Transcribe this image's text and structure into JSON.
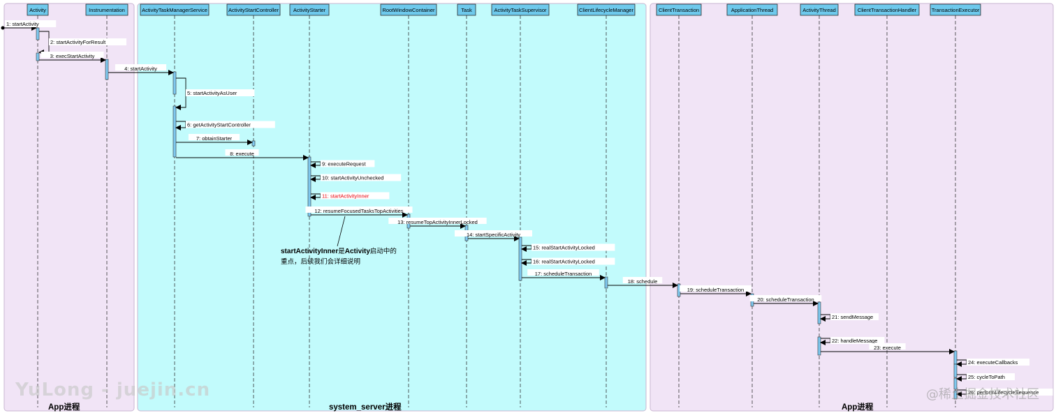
{
  "zones": [
    {
      "id": "app-left",
      "label": "App进程",
      "color": "#f1e4f6"
    },
    {
      "id": "system-server",
      "label": "system_server进程",
      "color": "#c2fbfc"
    },
    {
      "id": "app-right",
      "label": "App进程",
      "color": "#f1e4f6"
    }
  ],
  "participants": [
    "Activity",
    "Instrumentation",
    "ActivityTaskManagerService",
    "ActivityStartController",
    "ActivityStarter",
    "RootWindowContainer",
    "Task",
    "ActivityTaskSupervisor",
    "ClientLifecycleManager",
    "ClientTransaction",
    "ApplicationThread",
    "ActivityThread",
    "ClientTransactionHandler",
    "TransactionExecutor"
  ],
  "messages": [
    {
      "label": "1: startActivity",
      "from": "found",
      "to": "Activity"
    },
    {
      "label": "2: startActivityForResult",
      "from": "Activity",
      "to": "Activity"
    },
    {
      "label": "3: execStartActivity",
      "from": "Activity",
      "to": "Instrumentation"
    },
    {
      "label": "4: startActivity",
      "from": "Instrumentation",
      "to": "ActivityTaskManagerService"
    },
    {
      "label": "5: startActivityAsUser",
      "from": "ActivityTaskManagerService",
      "to": "ActivityTaskManagerService"
    },
    {
      "label": "6: getActivityStartController",
      "from": "ActivityTaskManagerService",
      "to": "ActivityTaskManagerService"
    },
    {
      "label": "7: obtainStarter",
      "from": "ActivityTaskManagerService",
      "to": "ActivityStartController"
    },
    {
      "label": "8: execute",
      "from": "ActivityTaskManagerService",
      "to": "ActivityStarter"
    },
    {
      "label": "9: executeRequest",
      "from": "ActivityStarter",
      "to": "ActivityStarter"
    },
    {
      "label": "10: startActivityUnchecked",
      "from": "ActivityStarter",
      "to": "ActivityStarter"
    },
    {
      "label": "11: startActivityInner",
      "from": "ActivityStarter",
      "to": "ActivityStarter",
      "highlight": true
    },
    {
      "label": "12: resumeFocusedTasksTopActivities",
      "from": "ActivityStarter",
      "to": "RootWindowContainer"
    },
    {
      "label": "13: resumeTopActivityInnerLocked",
      "from": "RootWindowContainer",
      "to": "Task"
    },
    {
      "label": "14: startSpecificActivity",
      "from": "Task",
      "to": "ActivityTaskSupervisor"
    },
    {
      "label": "15: realStartActivityLocked",
      "from": "ActivityTaskSupervisor",
      "to": "ActivityTaskSupervisor"
    },
    {
      "label": "16: realStartActivityLocked",
      "from": "ActivityTaskSupervisor",
      "to": "ActivityTaskSupervisor"
    },
    {
      "label": "17: scheduleTransaction",
      "from": "ActivityTaskSupervisor",
      "to": "ClientLifecycleManager"
    },
    {
      "label": "18: schedule",
      "from": "ClientLifecycleManager",
      "to": "ClientTransaction"
    },
    {
      "label": "19: scheduleTransaction",
      "from": "ClientTransaction",
      "to": "ApplicationThread"
    },
    {
      "label": "20: scheduleTransaction",
      "from": "ApplicationThread",
      "to": "ActivityThread"
    },
    {
      "label": "21: sendMessage",
      "from": "ActivityThread",
      "to": "ActivityThread"
    },
    {
      "label": "22: handleMessage",
      "from": "ActivityThread",
      "to": "ActivityThread"
    },
    {
      "label": "23: execute",
      "from": "ActivityThread",
      "to": "TransactionExecutor"
    },
    {
      "label": "24: executeCallbacks",
      "from": "TransactionExecutor",
      "to": "TransactionExecutor"
    },
    {
      "label": "25: cycleToPath",
      "from": "TransactionExecutor",
      "to": "TransactionExecutor"
    },
    {
      "label": "26: performLifecycleSequence",
      "from": "TransactionExecutor",
      "to": "TransactionExecutor"
    }
  ],
  "note": {
    "bold_part": "startActivityInner",
    "mid_part": "是",
    "bold_part2": "Activity",
    "rest": "启动中的重点，后续我们会详细说明"
  },
  "watermarks": {
    "left": "YuLong - juejin.cn",
    "right": "@稀土掘金技术社区"
  },
  "colors": {
    "box_fill": "#6ec9ec",
    "activation_fill": "#7fc9f0",
    "highlight_text": "#e8000b",
    "line": "#000000"
  }
}
